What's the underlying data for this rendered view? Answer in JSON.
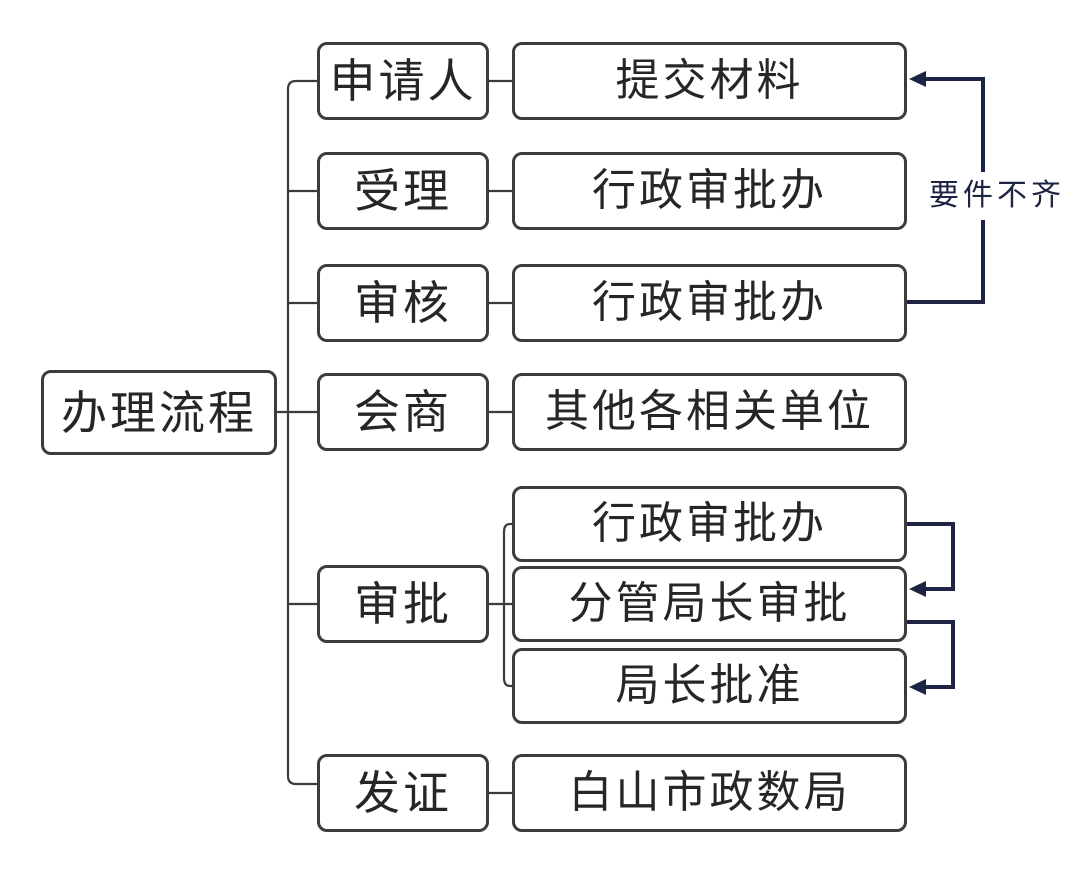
{
  "diagram": {
    "root": {
      "label": "办理流程"
    },
    "rows": [
      {
        "stage": "申请人",
        "targets": [
          "提交材料"
        ]
      },
      {
        "stage": "受理",
        "targets": [
          "行政审批办"
        ]
      },
      {
        "stage": "审核",
        "targets": [
          "行政审批办"
        ]
      },
      {
        "stage": "会商",
        "targets": [
          "其他各相关单位"
        ]
      },
      {
        "stage": "审批",
        "targets": [
          "行政审批办",
          "分管局长审批",
          "局长批准"
        ]
      },
      {
        "stage": "发证",
        "targets": [
          "白山市政数局"
        ]
      }
    ],
    "annotations": {
      "feedback_label": "要件不齐"
    },
    "arrows": [
      {
        "from": "审核·行政审批办",
        "to": "提交材料",
        "label": "要件不齐"
      },
      {
        "from": "审批·行政审批办",
        "to": "分管局长审批",
        "label": ""
      },
      {
        "from": "分管局长审批",
        "to": "局长批准",
        "label": ""
      }
    ],
    "colors": {
      "wire": "#3c3c3c",
      "arrow": "#1e2444",
      "node_border": "#3c3c3c",
      "node_fill": "#ffffff",
      "text": "#262626",
      "background": "#ffffff"
    }
  }
}
